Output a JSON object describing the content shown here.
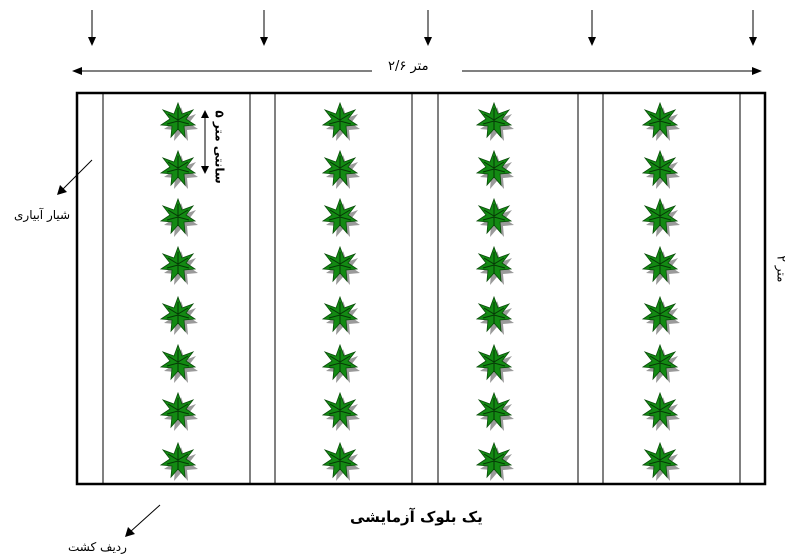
{
  "labels": {
    "plot_width": "۲/۶ متر",
    "plot_height": "۲ متر",
    "plant_spacing": "۵ سانتی متر",
    "furrow": "شیار آبیاری",
    "planting_row": "ردیف کشت",
    "caption": "یک بلوک آزمایشی"
  },
  "layout_counts": {
    "columns": 4,
    "plants_per_column": 8,
    "inflow_arrows": 5
  },
  "colors": {
    "line": "#000000",
    "plant": "#138a13",
    "plant_shadow": "#9a9a9a"
  },
  "icons": {
    "plant": "leaf-plant-icon",
    "arrow": "arrow-down-icon"
  }
}
